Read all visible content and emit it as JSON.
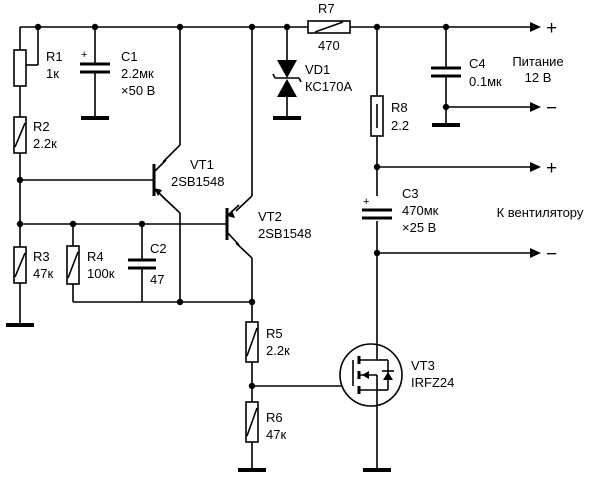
{
  "components": {
    "R1": {
      "ref": "R1",
      "value": "1к"
    },
    "R2": {
      "ref": "R2",
      "value": "2.2к"
    },
    "R3": {
      "ref": "R3",
      "value": "47к"
    },
    "R4": {
      "ref": "R4",
      "value": "100к"
    },
    "R5": {
      "ref": "R5",
      "value": "2.2к"
    },
    "R6": {
      "ref": "R6",
      "value": "47к"
    },
    "R7": {
      "ref": "R7",
      "value": "470"
    },
    "R8": {
      "ref": "R8",
      "value": "2.2"
    },
    "C1": {
      "ref": "C1",
      "value": "2.2мк",
      "voltage": "×50 В"
    },
    "C2": {
      "ref": "C2",
      "value": "47"
    },
    "C3": {
      "ref": "C3",
      "value": "470мк",
      "voltage": "×25 В"
    },
    "C4": {
      "ref": "C4",
      "value": "0.1мк"
    },
    "VD1": {
      "ref": "VD1",
      "value": "КС170А"
    },
    "VT1": {
      "ref": "VT1",
      "value": "2SB1548"
    },
    "VT2": {
      "ref": "VT2",
      "value": "2SB1548"
    },
    "VT3": {
      "ref": "VT3",
      "value": "IRFZ24"
    }
  },
  "terminals": {
    "supply": {
      "label_line1": "Питание",
      "label_line2": "12 В"
    },
    "fan": {
      "label": "К вентилятору"
    },
    "plus": "+",
    "minus": "−",
    "cap_plus": "+"
  }
}
